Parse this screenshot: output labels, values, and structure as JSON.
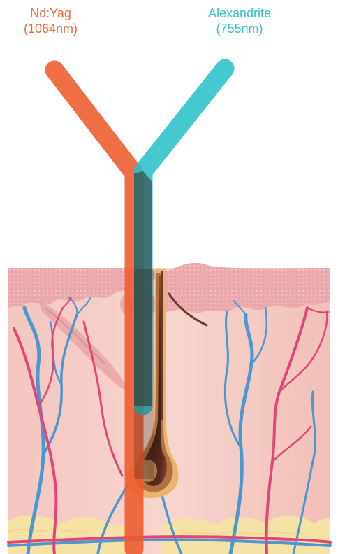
{
  "labels": {
    "left": {
      "name": "Nd:Yag",
      "wavelength": "(1064nm)",
      "color": "#F26A3D"
    },
    "right": {
      "name": "Alexandrite",
      "wavelength": "(755nm)",
      "color": "#34C2CC"
    }
  },
  "colors": {
    "ndyag_beam": "#EE5A2C",
    "alexandrite_beam": "#25BFC8",
    "epidermis": "#EFB3B3",
    "dermis": "#F5CFC7",
    "fat": "#F7E2A6",
    "artery": "#E04677",
    "vein": "#4A97D2",
    "hair_shaft": "#4A2A22",
    "follicle": "#E8B46F"
  }
}
